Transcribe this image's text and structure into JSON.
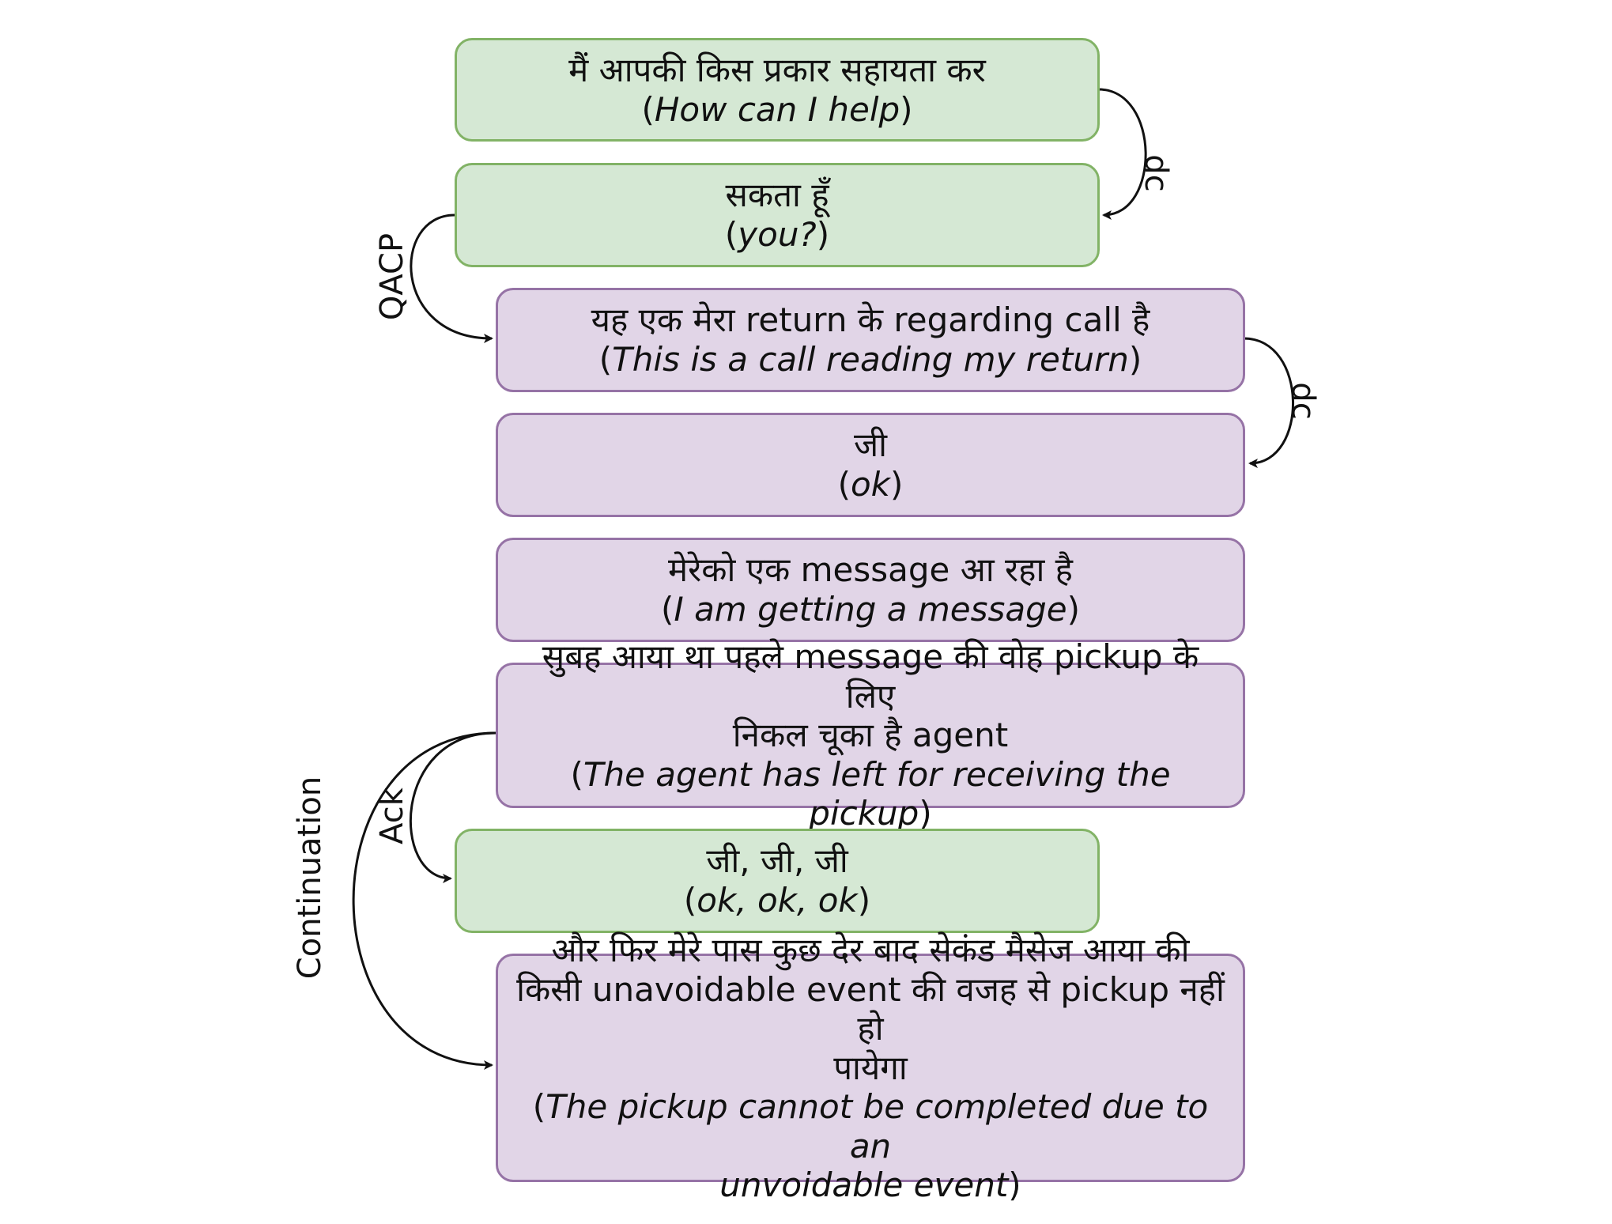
{
  "colors": {
    "agent_fill": "#d5e8d4",
    "agent_border": "#82b366",
    "customer_fill": "#e1d5e7",
    "customer_border": "#9673a6",
    "arrow": "#111111"
  },
  "nodes": [
    {
      "id": "u1",
      "speaker_color": "green",
      "hindi": [
        "मैं आपकी किस प्रकार सहायता कर"
      ],
      "english": [
        "How can I help"
      ]
    },
    {
      "id": "u2",
      "speaker_color": "green",
      "hindi": [
        "सकता हूँ"
      ],
      "english": [
        "you?"
      ]
    },
    {
      "id": "u3",
      "speaker_color": "purple",
      "hindi": [
        "यह एक मेरा return के regarding call है"
      ],
      "english": [
        "This is a call reading my return"
      ]
    },
    {
      "id": "u4",
      "speaker_color": "purple",
      "hindi": [
        "जी"
      ],
      "english": [
        "ok"
      ]
    },
    {
      "id": "u5",
      "speaker_color": "purple",
      "hindi": [
        "मेरेको एक message आ रहा है"
      ],
      "english": [
        "I am getting a message"
      ]
    },
    {
      "id": "u6",
      "speaker_color": "purple",
      "hindi": [
        "सुबह आया था पहले message की वोह pickup के लिए",
        "निकल चूका है agent"
      ],
      "english": [
        "The agent has left for receiving the pickup"
      ]
    },
    {
      "id": "u7",
      "speaker_color": "green",
      "hindi": [
        "जी, जी, जी"
      ],
      "english": [
        "ok, ok, ok"
      ]
    },
    {
      "id": "u8",
      "speaker_color": "purple",
      "hindi": [
        "और फिर मेरे पास कुछ देर बाद सेकंड मैसेज आया की",
        "किसी unavoidable event की वजह से pickup नहीं हो",
        "पायेगा"
      ],
      "english": [
        "The pickup cannot be completed due to an",
        "unvoidable event"
      ]
    }
  ],
  "edges": [
    {
      "from": "u1",
      "to": "u2",
      "label": "dc"
    },
    {
      "from": "u2",
      "to": "u3",
      "label": "QACP"
    },
    {
      "from": "u3",
      "to": "u4",
      "label": "dc"
    },
    {
      "from": "u6",
      "to": "u7",
      "label": "Ack"
    },
    {
      "from": "u6",
      "to": "u8",
      "label": "Continuation"
    }
  ]
}
